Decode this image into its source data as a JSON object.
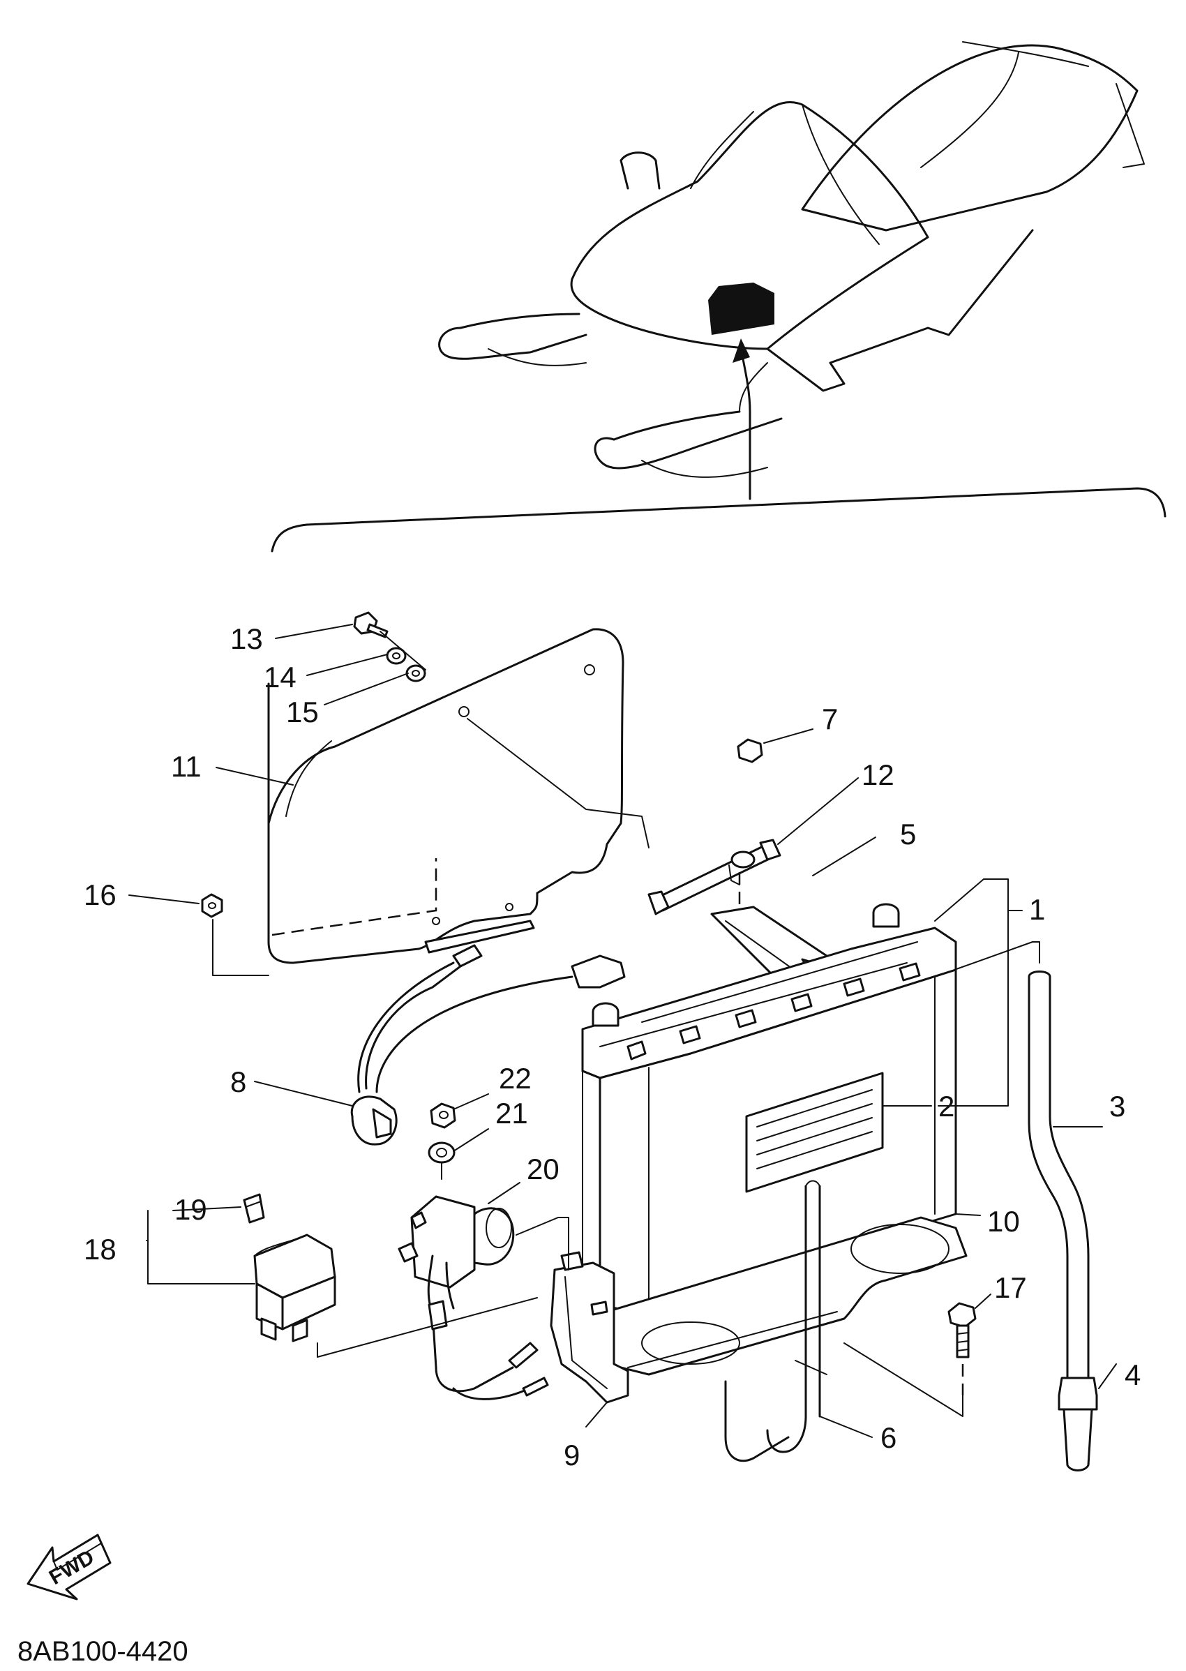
{
  "callouts": [
    {
      "id": "1",
      "label": "1"
    },
    {
      "id": "2",
      "label": "2"
    },
    {
      "id": "3",
      "label": "3"
    },
    {
      "id": "4",
      "label": "4"
    },
    {
      "id": "5",
      "label": "5"
    },
    {
      "id": "6",
      "label": "6"
    },
    {
      "id": "7",
      "label": "7"
    },
    {
      "id": "8",
      "label": "8"
    },
    {
      "id": "9",
      "label": "9"
    },
    {
      "id": "10",
      "label": "10"
    },
    {
      "id": "11",
      "label": "11"
    },
    {
      "id": "12",
      "label": "12"
    },
    {
      "id": "13",
      "label": "13"
    },
    {
      "id": "14",
      "label": "14"
    },
    {
      "id": "15",
      "label": "15"
    },
    {
      "id": "16",
      "label": "16"
    },
    {
      "id": "17",
      "label": "17"
    },
    {
      "id": "18",
      "label": "18"
    },
    {
      "id": "19",
      "label": "19"
    },
    {
      "id": "20",
      "label": "20"
    },
    {
      "id": "21",
      "label": "21"
    },
    {
      "id": "22",
      "label": "22"
    }
  ],
  "direction_arrow": {
    "label": "FWD",
    "icon": "fwd-arrow-icon"
  },
  "diagram_code": "8AB100-4420"
}
